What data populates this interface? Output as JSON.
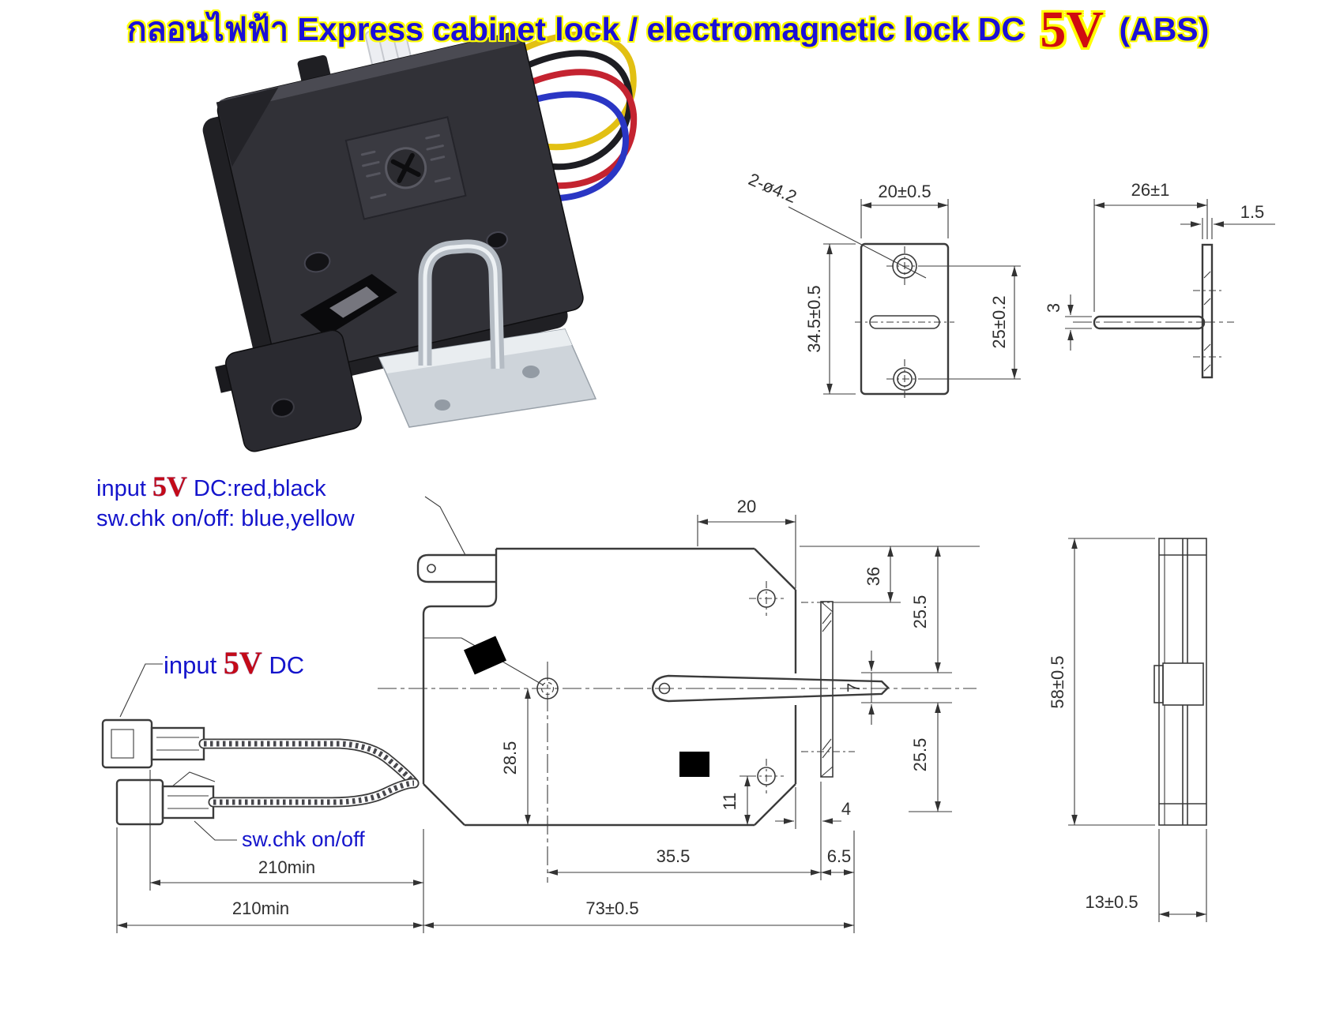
{
  "photo": {
    "alt": "Black electromagnetic cabinet lock with four-wire harness and chrome striker bracket",
    "wire_colors": {
      "yellow": "#e2c013",
      "blue": "#2a36c4",
      "red": "#c42330",
      "black": "#1d1d22"
    }
  },
  "notes": {
    "line1": {
      "prefix": "input ",
      "voltage": "5V",
      "suffix": " DC:red,black"
    },
    "line2": "sw.chk on/off: blue,yellow",
    "input_label": {
      "prefix": "input ",
      "voltage": "5V",
      "suffix": " DC"
    },
    "sw_label": "sw.chk on/off"
  },
  "plate_front_view": {
    "hole_callout": "2-ø4.2",
    "width": "20±0.5",
    "height": "34.5±0.5",
    "hole_spacing": "25±0.2"
  },
  "plate_side_view": {
    "width": "26±1",
    "thickness": "1.5",
    "tab_height": "3"
  },
  "main_view": {
    "top_width": "20",
    "right_dim_1": "36",
    "right_dim_2": "25.5",
    "tongue_thickness": "7",
    "right_dim_3": "25.5",
    "hole_height": "28.5",
    "hole_offset": "11",
    "gap": "4",
    "hole_to_bracket": "35.5",
    "bracket_offset": "6.5",
    "body_width": "73±0.5",
    "wire_len_upper": "210min",
    "wire_len_lower": "210min"
  },
  "side_view": {
    "height": "58±0.5",
    "depth": "13±0.5"
  },
  "title": {
    "thai": "กลอนไฟฟ้า",
    "english": " Express cabinet lock / electromagnetic lock DC ",
    "voltage": "5V",
    "suffix": " (ABS)"
  },
  "colors": {
    "note_blue": "#1414cc",
    "accent_red": "#c40a18",
    "title_blue": "#1b10d6",
    "title_outline": "#ffff00",
    "drawing_line": "#3b3b3b"
  }
}
